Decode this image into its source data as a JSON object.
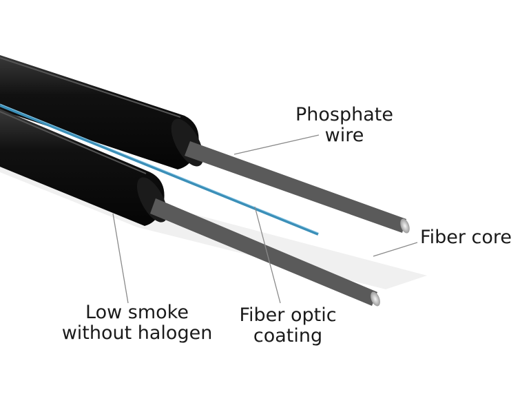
{
  "labels": {
    "phosphate_wire": {
      "line1": "Phosphate",
      "line2": "wire"
    },
    "fiber_core": "Fiber core",
    "low_smoke": {
      "line1": "Low smoke",
      "line2": "without halogen"
    },
    "fiber_coating": {
      "line1": "Fiber optic",
      "line2": "coating"
    }
  },
  "colors": {
    "sheath": "#111111",
    "fiber": "#3b8fb8",
    "wire": "#c8c8c8",
    "leader": "#8a8a8a",
    "text": "#1a1a1a"
  }
}
